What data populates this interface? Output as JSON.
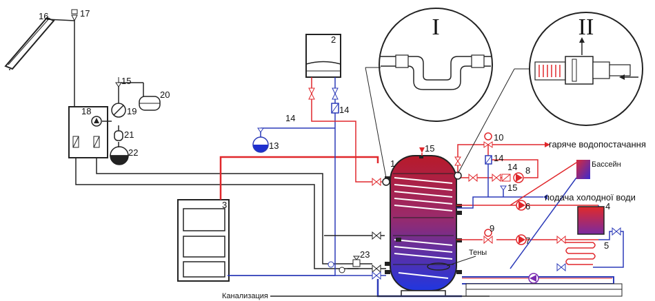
{
  "numbers": {
    "n1": "1",
    "n2": "2",
    "n3": "3",
    "n4": "4",
    "n5": "5",
    "n6": "6",
    "n7": "7",
    "n8": "8",
    "n9": "9",
    "n10": "10",
    "n13": "13",
    "n14a": "14",
    "n14b": "14",
    "n14c": "14",
    "n14d": "14",
    "n15a": "15",
    "n15b": "15",
    "n15c": "15",
    "n16": "16",
    "n17": "17",
    "n18": "18",
    "n19": "19",
    "n20": "20",
    "n21": "21",
    "n22": "22",
    "n23": "23"
  },
  "detail_labels": {
    "detail_1": "I",
    "detail_2": "II"
  },
  "labels": {
    "hot_water": "гаряче водопостачання",
    "pool": "Бассейн",
    "cold_water": "подача холодної води",
    "heaters": "Тены",
    "sewer": "Канализация"
  },
  "colors": {
    "hot_line": "#e0272b",
    "cold_line": "#2b3ab8",
    "black_line": "#222222",
    "tank_top": "#c81e2e",
    "tank_bottom": "#2a3fd6"
  }
}
